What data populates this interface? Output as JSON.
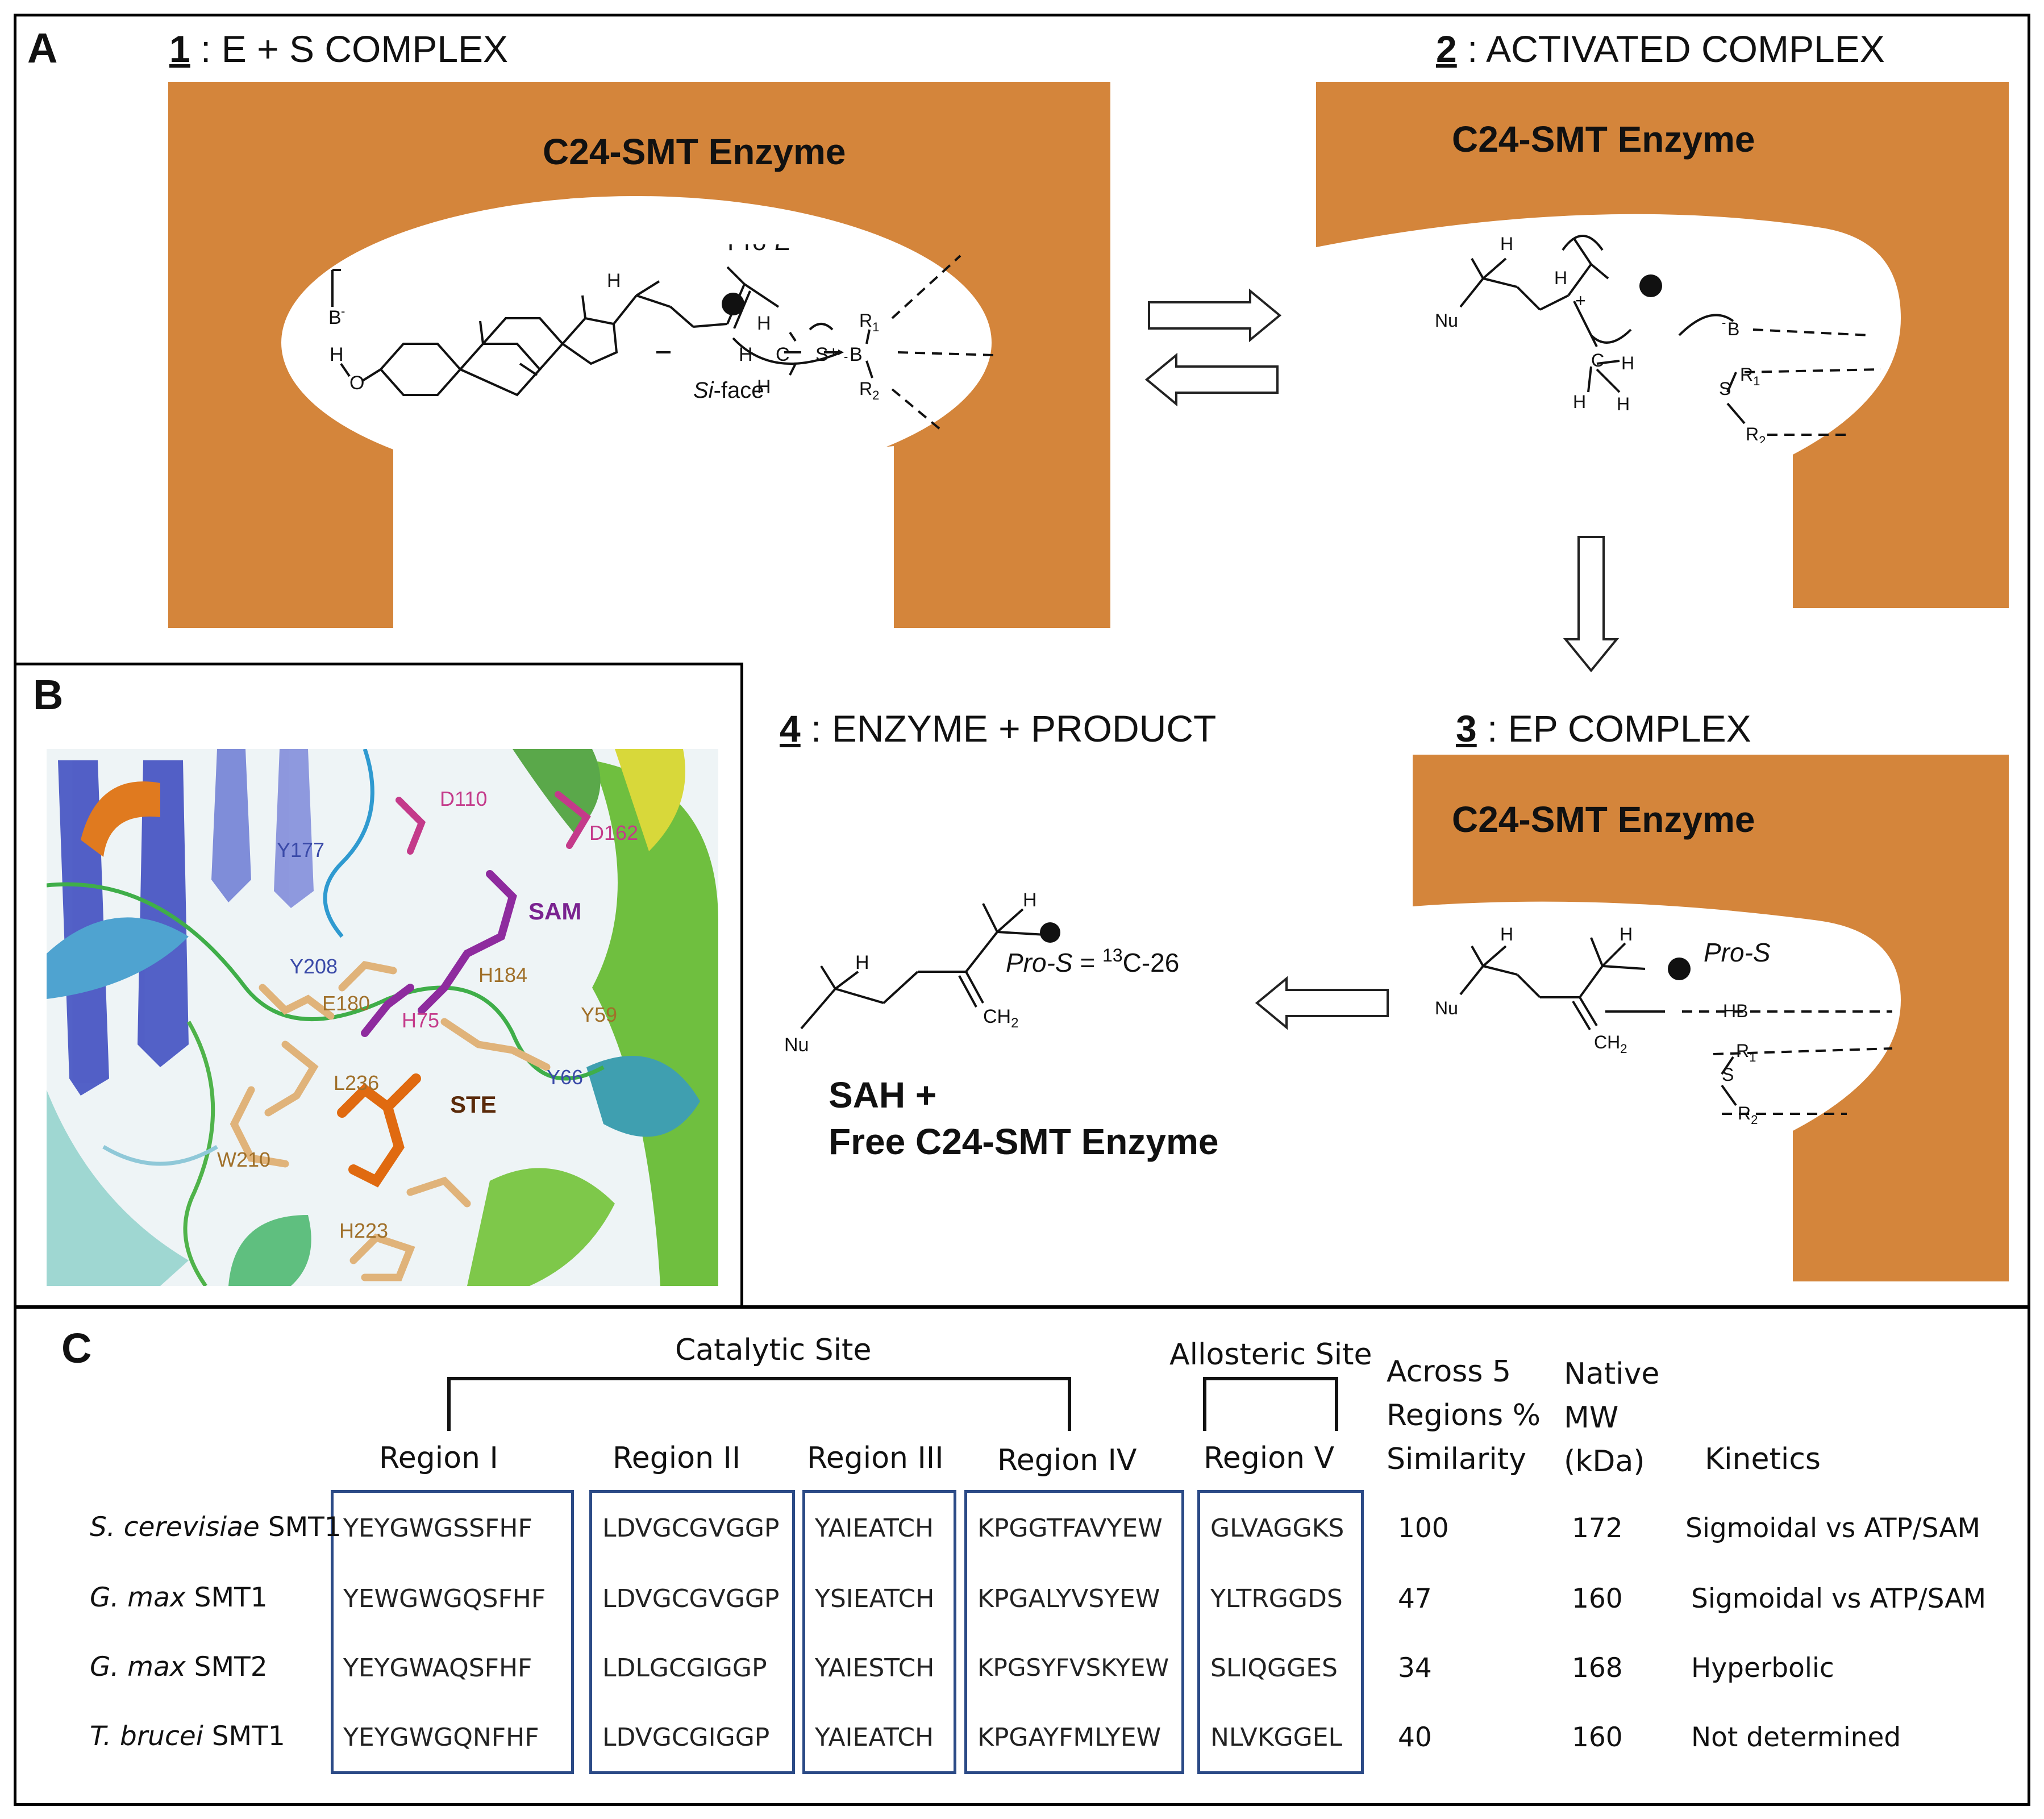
{
  "colors": {
    "enzyme": "#d4853b",
    "box_border": "#2b4a86",
    "frame": "#000000"
  },
  "panels": {
    "a": "A",
    "b": "B",
    "c": "C"
  },
  "steps": {
    "s1": {
      "num": "1",
      "title": " : E + S COMPLEX",
      "enzyme": "C24-SMT Enzyme"
    },
    "s2": {
      "num": "2",
      "title": " : ACTIVATED  COMPLEX",
      "enzyme": "C24-SMT Enzyme"
    },
    "s3": {
      "num": "3",
      "title": " : EP COMPLEX",
      "enzyme": "C24-SMT Enzyme"
    },
    "s4": {
      "num": "4",
      "title": " : ENZYME + PRODUCT"
    }
  },
  "mol1": {
    "base": "B",
    "base_charge": "-",
    "oh_h": "H",
    "oh_o": "O",
    "h17": "H",
    "pro": "Pro-",
    "pro_e": "E",
    "si": "Si",
    "face": "-face",
    "h1": "H",
    "h2": "H",
    "h3": "H",
    "c": "C",
    "s": "S",
    "plus": "+",
    "r1": "R",
    "r1sub": "1",
    "r2": "R",
    "r2sub": "2",
    "b2": "B",
    "b2charge": "-"
  },
  "mol2": {
    "nu": "Nu",
    "h_top": "H",
    "h_c24": "H",
    "plus": "+",
    "c": "C",
    "h_r": "H",
    "h_b1": "H",
    "h_b2": "H",
    "base": "B",
    "base_charge": "-",
    "s": "S",
    "r1": "R",
    "r1sub": "1",
    "r2": "R",
    "r2sub": "2"
  },
  "mol3": {
    "nu": "Nu",
    "h1": "H",
    "h2": "H",
    "pro_s": "Pro-S",
    "ch2": "CH",
    "ch2sub": "2",
    "hb": "HB",
    "s": "S",
    "r1": "R",
    "r1sub": "1",
    "r2": "R",
    "r2sub": "2"
  },
  "mol4": {
    "nu": "Nu",
    "h1": "H",
    "h2": "H",
    "pro_s": "Pro-S",
    "eq": " = ",
    "c13_sup": "13",
    "c13": "C-26",
    "ch2": "CH",
    "ch2sub": "2"
  },
  "product": {
    "line1": "SAH +",
    "line2": "Free C24-SMT Enzyme"
  },
  "structure_labels": [
    "D110",
    "D162",
    "Y177",
    "SAM",
    "Y208",
    "H184",
    "E180",
    "H75",
    "Y59",
    "L236",
    "Y66",
    "STE",
    "W210",
    "H223"
  ],
  "table": {
    "catalytic_label": "Catalytic Site",
    "allosteric_label": "Allosteric Site",
    "regions": [
      "Region I",
      "Region II",
      "Region III",
      "Region IV",
      "Region V"
    ],
    "col_similarity": [
      "Across 5",
      "Regions %",
      "Similarity"
    ],
    "col_mw": [
      "Native",
      "MW",
      "(kDa)"
    ],
    "col_kinetics": "Kinetics",
    "rows": [
      {
        "species": "S. cerevisiae",
        "suffix": " SMT1",
        "seqs": [
          "YEYGWGSSFHF",
          "LDVGCGVGGP",
          "YAIEATCH",
          "KPGGTFAVYEW",
          "GLVAGGKS"
        ],
        "sim": "100",
        "mw": "172",
        "kin": "Sigmoidal vs ATP/SAM"
      },
      {
        "species": "G. max",
        "suffix": " SMT1",
        "seqs": [
          "YEWGWGQSFHF",
          "LDVGCGVGGP",
          "YSIEATCH",
          "KPGALYVSYEW",
          "YLTRGGDS"
        ],
        "sim": "47",
        "mw": "160",
        "kin": "Sigmoidal vs ATP/SAM"
      },
      {
        "species": "G. max",
        "suffix": " SMT2",
        "seqs": [
          "YEYGWAQSFHF",
          "LDLGCGIGGP",
          "YAIESTCH",
          "KPGSYFVSKYEW",
          "SLIQGGES"
        ],
        "sim": "34",
        "mw": "168",
        "kin": "Hyperbolic"
      },
      {
        "species": "T. brucei",
        "suffix": " SMT1",
        "seqs": [
          "YEYGWGQNFHF",
          "LDVGCGIGGP",
          "YAIEATCH",
          "KPGAYFMLYEW",
          "NLVKGGEL"
        ],
        "sim": "40",
        "mw": "160",
        "kin": "Not determined"
      }
    ]
  }
}
